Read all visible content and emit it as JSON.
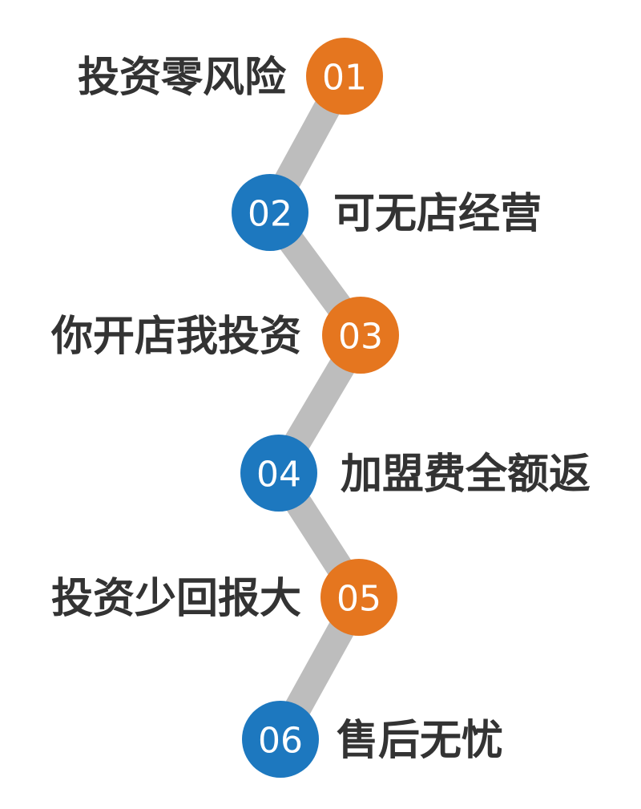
{
  "colors": {
    "orange": "#E5761F",
    "blue": "#1D78BF",
    "connector": "#BDBDBD",
    "label": "#333333",
    "number": "#FFFFFF"
  },
  "steps": [
    {
      "number": "01",
      "label": "投资零风险",
      "color": "orange"
    },
    {
      "number": "02",
      "label": "可无店经营",
      "color": "blue"
    },
    {
      "number": "03",
      "label": "你开店我投资",
      "color": "orange"
    },
    {
      "number": "04",
      "label": "加盟费全额返",
      "color": "blue"
    },
    {
      "number": "05",
      "label": "投资少回报大",
      "color": "orange"
    },
    {
      "number": "06",
      "label": "售后无忧",
      "color": "blue"
    }
  ]
}
